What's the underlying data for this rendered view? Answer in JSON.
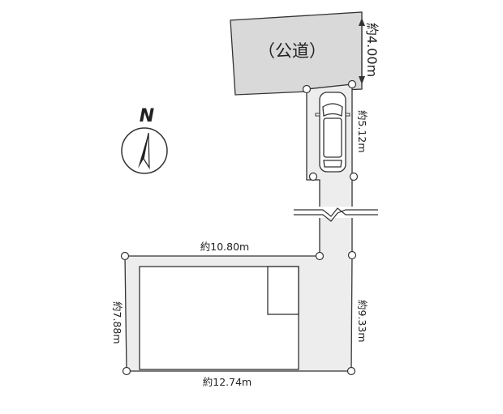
{
  "road": {
    "label": "（公道）",
    "width_label": "約4.00m"
  },
  "compass": {
    "letter": "N",
    "icon": "north-arrow-icon"
  },
  "parking": {
    "icon": "car-icon"
  },
  "dimensions": {
    "driveway_length": "約5.12m",
    "lot_top_width": "約10.80m",
    "lot_right_depth": "約9.33m",
    "lot_left_depth": "約7.88m",
    "lot_bottom_width": "約12.74m"
  },
  "colors": {
    "lot_fill": "#ededed",
    "road_fill": "#d9d9d9",
    "line": "#333333"
  }
}
